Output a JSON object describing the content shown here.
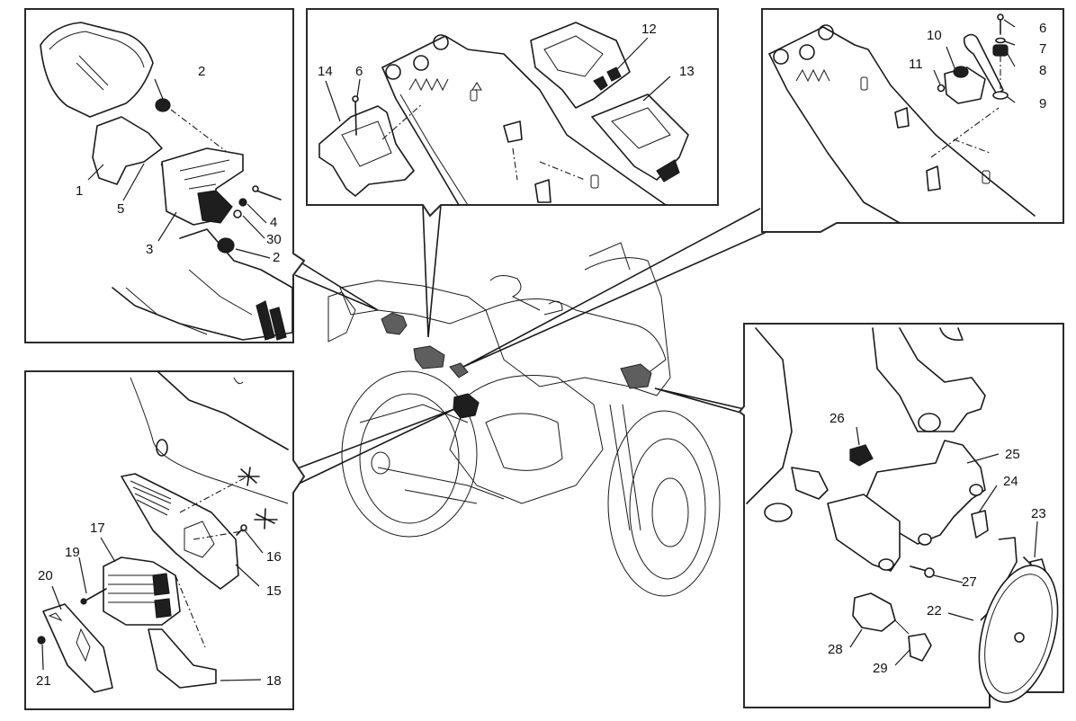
{
  "diagram": {
    "type": "exploded-parts-diagram",
    "subject": "motorcycle electrical components",
    "panels": [
      {
        "id": "top-left",
        "description": "instrument panel mount",
        "callouts": [
          "1",
          "2",
          "2",
          "3",
          "4",
          "5",
          "30"
        ]
      },
      {
        "id": "top-center",
        "description": "control unit under seat",
        "callouts": [
          "6",
          "12",
          "13",
          "14"
        ]
      },
      {
        "id": "top-right",
        "description": "sensor bracket",
        "callouts": [
          "6",
          "7",
          "8",
          "9",
          "10",
          "11"
        ]
      },
      {
        "id": "bottom-left",
        "description": "voltage regulator",
        "callouts": [
          "15",
          "16",
          "17",
          "18",
          "19",
          "20",
          "21"
        ]
      },
      {
        "id": "bottom-right",
        "description": "horn and frame bracket",
        "callouts": [
          "22",
          "23",
          "24",
          "25",
          "26",
          "27",
          "28",
          "29"
        ]
      }
    ],
    "labels": {
      "tl_1": "1",
      "tl_2a": "2",
      "tl_2b": "2",
      "tl_3": "3",
      "tl_4": "4",
      "tl_5": "5",
      "tl_30": "30",
      "tc_6": "6",
      "tc_12": "12",
      "tc_13": "13",
      "tc_14": "14",
      "tr_6": "6",
      "tr_7": "7",
      "tr_8": "8",
      "tr_9": "9",
      "tr_10": "10",
      "tr_11": "11",
      "bl_15": "15",
      "bl_16": "16",
      "bl_17": "17",
      "bl_18": "18",
      "bl_19": "19",
      "bl_20": "20",
      "bl_21": "21",
      "br_22": "22",
      "br_23": "23",
      "br_24": "24",
      "br_25": "25",
      "br_26": "26",
      "br_27": "27",
      "br_28": "28",
      "br_29": "29"
    }
  }
}
